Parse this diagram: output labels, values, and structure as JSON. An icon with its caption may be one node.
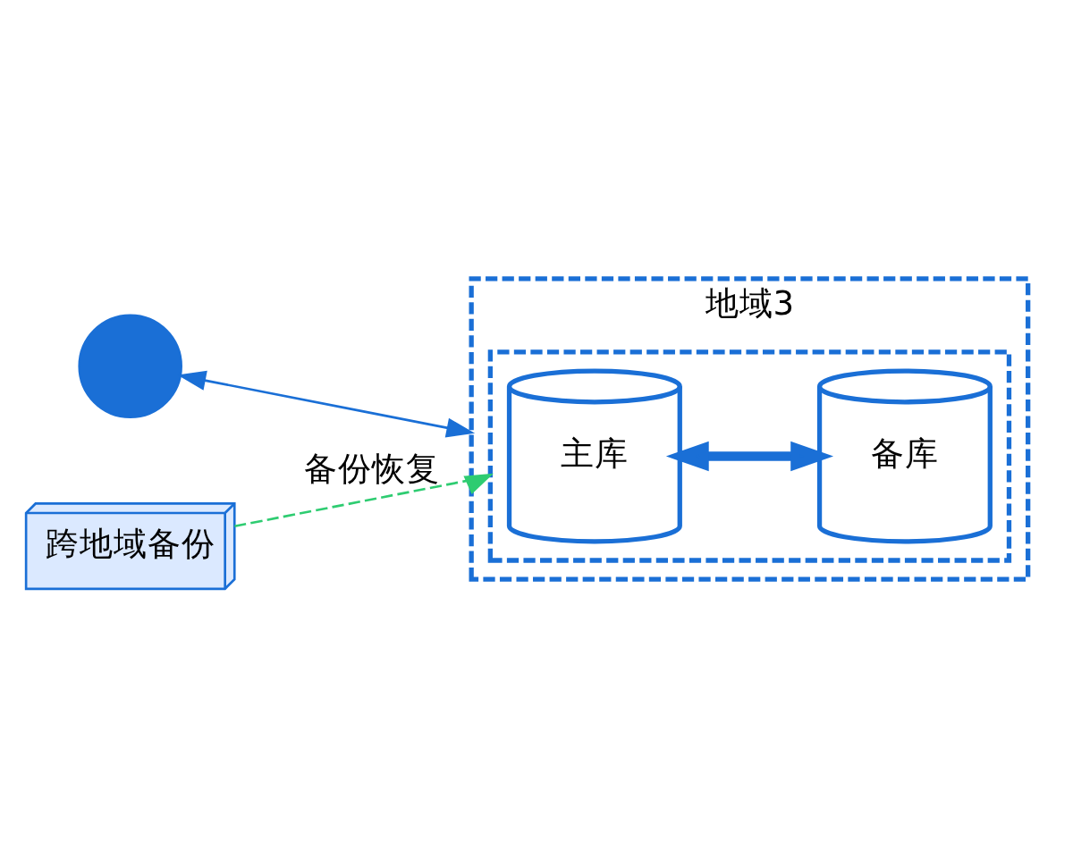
{
  "diagram": {
    "nodes": [
      {
        "text": [],
        "shape": "person"
      },
      {
        "text": [
          "地域3"
        ]
      },
      {
        "text": [
          "跨地域备份"
        ]
      },
      {
        "text": [],
        "shape": "box",
        "in": 1
      },
      {
        "text": [
          "主库"
        ],
        "in": 3
      },
      {
        "text": [
          "备库"
        ],
        "in": 3
      }
    ],
    "edges": [
      {
        "from": 0,
        "to": 1,
        "arrow": "both"
      },
      {
        "from": 2,
        "to": 3,
        "label": "备份恢复",
        "arrow": "to",
        "style": "dashed",
        "color": "#2ecc71"
      },
      {
        "from": 4,
        "to": 5,
        "arrow": "both",
        "style": "thick"
      }
    ]
  }
}
